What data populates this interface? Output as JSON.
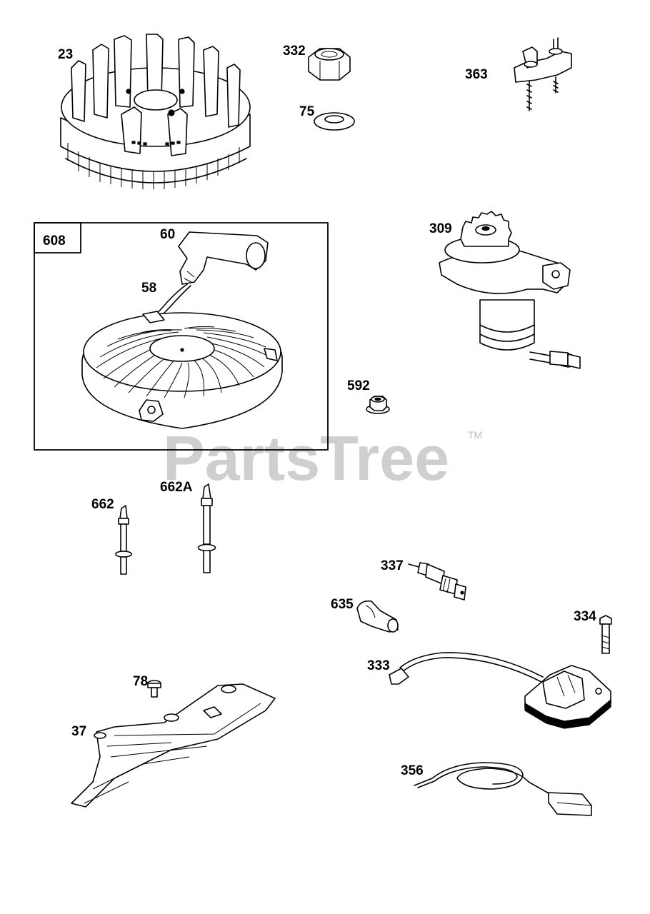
{
  "watermark": {
    "text": "PartsTree",
    "trademark": "TM"
  },
  "callouts": {
    "flywheel": "23",
    "nut": "332",
    "washer": "75",
    "bracket": "363",
    "recoil_assembly": "608",
    "handle": "60",
    "rope": "58",
    "starter_motor": "309",
    "flange_nut": "592",
    "stud": "662",
    "stud_long": "662A",
    "spark_plug": "337",
    "spark_plug_boot": "635",
    "screw": "334",
    "ignition_armature": "333",
    "screw_small": "78",
    "air_guide": "37",
    "ground_wire": "356"
  },
  "colors": {
    "ink": "#000000",
    "watermark": "#cfcfcf",
    "background": "#ffffff"
  }
}
